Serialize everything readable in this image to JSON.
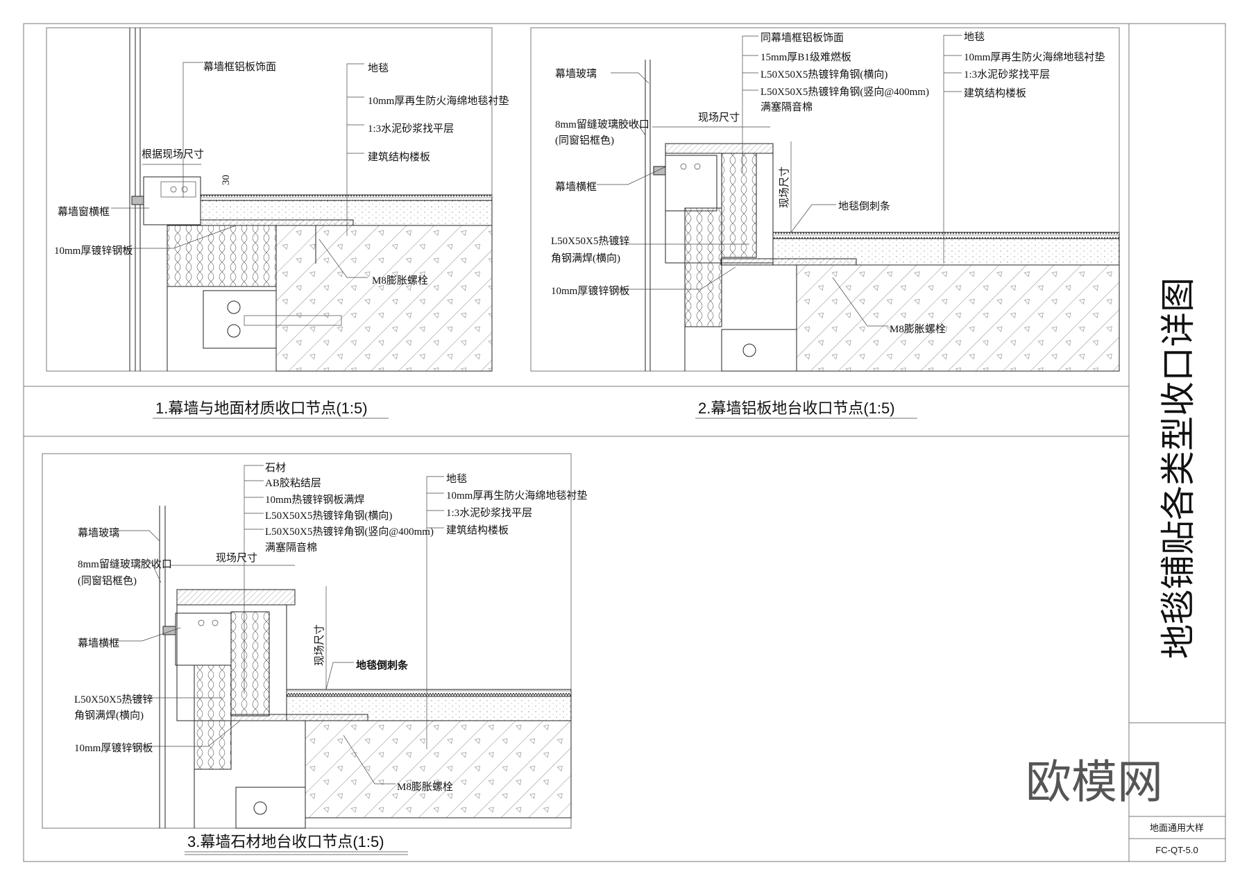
{
  "sheet": {
    "main_title": "地毯铺贴各类型收口详图",
    "logo_text": "欧模网",
    "drawing_name": "地面通用大样",
    "drawing_number": "FC-QT-5.0"
  },
  "panel1": {
    "title": "1.幕墙与地面材质收口节点(1:5)",
    "labels": {
      "facing": "幕墙框铝板饰面",
      "carpet": "地毯",
      "underlay": "10mm厚再生防火海绵地毯衬垫",
      "screed": "1:3水泥砂浆找平层",
      "slab": "建筑结构楼板",
      "site_dim": "根据现场尺寸",
      "dim_30": "30",
      "transom": "幕墙窗横框",
      "steel_plate": "10mm厚镀锌钢板",
      "bolt": "M8膨胀螺栓"
    }
  },
  "panel2": {
    "title": "2.幕墙铝板地台收口节点(1:5)",
    "labels": {
      "facing": "同幕墙框铝板饰面",
      "board": "15mm厚B1级难燃板",
      "angle_h": "L50X50X5热镀锌角钢(横向)",
      "angle_v": "L50X50X5热镀锌角钢(竖向@400mm)",
      "insulation": "满塞隔音棉",
      "carpet": "地毯",
      "underlay": "10mm厚再生防火海绵地毯衬垫",
      "screed": "1:3水泥砂浆找平层",
      "slab": "建筑结构楼板",
      "glass": "幕墙玻璃",
      "site_dim_h": "现场尺寸",
      "sealant_1": "8mm留缝玻璃胶收口",
      "sealant_2": "(同窗铝框色)",
      "transom": "幕墙横框",
      "site_dim_v": "现场尺寸",
      "gripper": "地毯倒刺条",
      "angle_weld_1": "L50X50X5热镀锌",
      "angle_weld_2": "角钢满焊(横向)",
      "steel_plate": "10mm厚镀锌钢板",
      "bolt": "M8膨胀螺栓"
    }
  },
  "panel3": {
    "title": "3.幕墙石材地台收口节点(1:5)",
    "labels": {
      "stone": "石材",
      "ab_glue": "AB胶粘结层",
      "steel_weld": "10mm热镀锌钢板满焊",
      "angle_h": "L50X50X5热镀锌角钢(横向)",
      "angle_v": "L50X50X5热镀锌角钢(竖向@400mm)",
      "insulation": "满塞隔音棉",
      "carpet": "地毯",
      "underlay": "10mm厚再生防火海绵地毯衬垫",
      "screed": "1:3水泥砂浆找平层",
      "slab": "建筑结构楼板",
      "glass": "幕墙玻璃",
      "site_dim_h": "现场尺寸",
      "sealant_1": "8mm留缝玻璃胶收口",
      "sealant_2": "(同窗铝框色)",
      "site_dim_v": "现场尺寸",
      "gripper": "地毯倒刺条",
      "transom": "幕墙横框",
      "angle_weld_1": "L50X50X5热镀锌",
      "angle_weld_2": "角钢满焊(横向)",
      "steel_plate": "10mm厚镀锌钢板",
      "bolt": "M8膨胀螺栓"
    }
  }
}
